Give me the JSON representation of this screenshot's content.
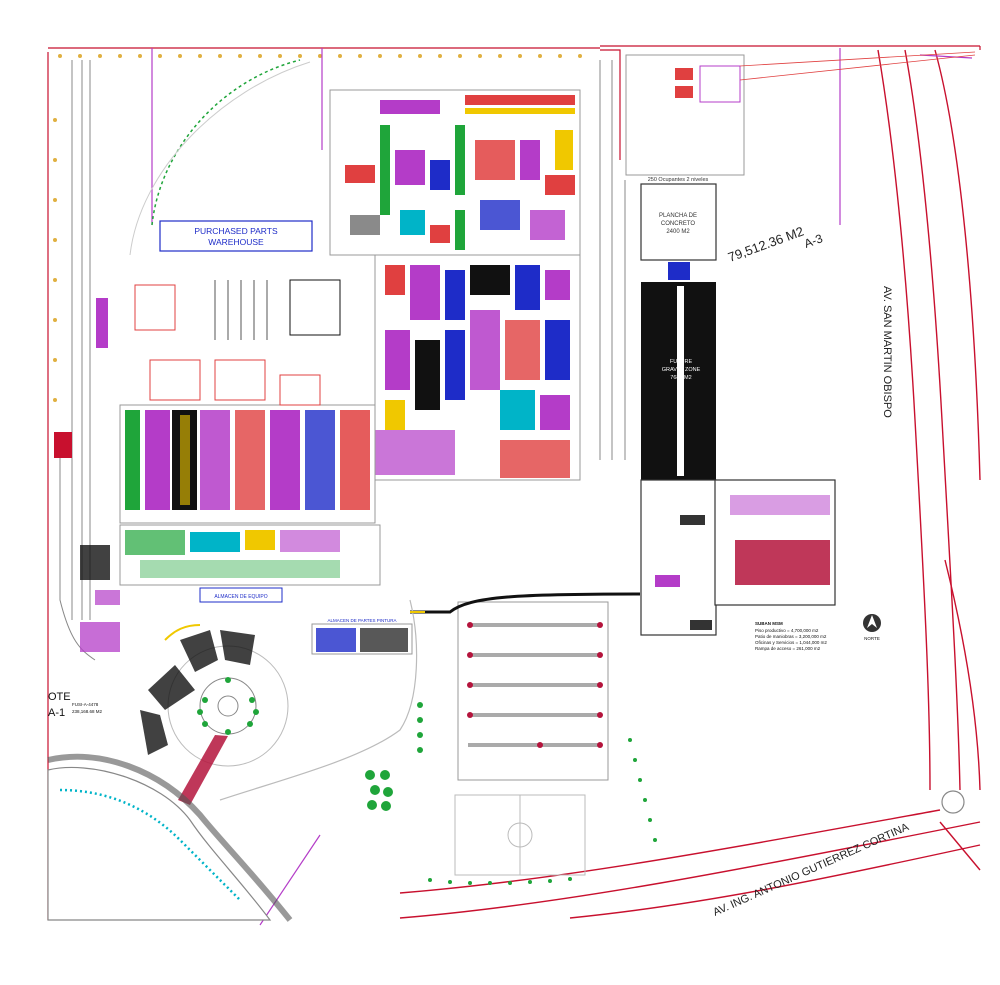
{
  "labels": {
    "warehouse_line1": "PURCHASED PARTS",
    "warehouse_line2": "WAREHOUSE",
    "concrete_line1": "PLANCHA DE",
    "concrete_line2": "CONCRETO",
    "concrete_area": "2400 M2",
    "concrete_header": "250 Ocupantes 2 niveles",
    "lot_a3": "A-3",
    "lot_a3_area": "79,512.36 M2",
    "future_line1": "FUTURE",
    "future_line2": "GRAVEL ZONE",
    "future_area": "7680 M2",
    "lot_a1_line1": "OTE",
    "lot_a1_line2": "A-1",
    "lot_a1_code": "FUSI-A-4478",
    "lot_a1_area": "238,168.68 M2",
    "avenue_east": "AV. SAN MARTIN OBISPO",
    "avenue_south": "AV. ING. ANTONIO GUTIERREZ CORTINA",
    "north_label": "NORTE",
    "summary_title": "SUBAN MSM",
    "summary_1": "Piso productivo = 4,700,000 m2",
    "summary_2": "Patio de maniobras = 3,200,000 m2",
    "summary_3": "Oficinas y Servicios = 1,044,000 m2",
    "summary_4": "Rampa de acceso = 261,000 m2",
    "almacen_label": "ALMACEN DE EQUIPO",
    "parts_label": "ALMACEN DE PARTES PINTURA"
  },
  "colors": {
    "road_red": "#c8102e",
    "magenta": "#b43cc8",
    "green": "#1fa53a",
    "blue": "#1e2cc8",
    "cyan": "#00b4c8",
    "yellow": "#f0c800",
    "orange": "#f08c1e",
    "black": "#111111",
    "grey": "#8a8a8a"
  }
}
